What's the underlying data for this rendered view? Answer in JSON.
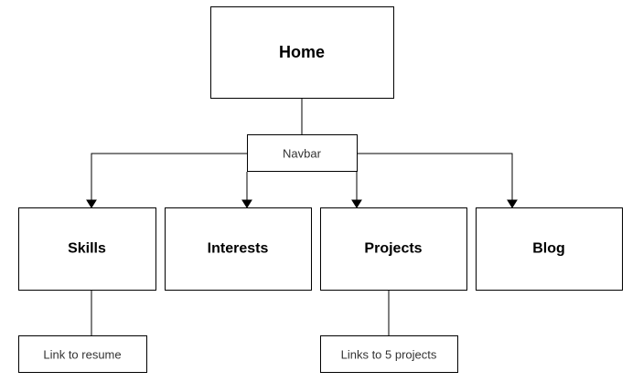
{
  "nodes": {
    "home": "Home",
    "navbar": "Navbar",
    "skills": "Skills",
    "interests": "Interests",
    "projects": "Projects",
    "blog": "Blog",
    "resume_link": "Link to resume",
    "project_links": "Links to 5 projects"
  },
  "edges": [
    {
      "from": "home",
      "to": "navbar",
      "arrow": false
    },
    {
      "from": "navbar",
      "to": "skills",
      "arrow": true
    },
    {
      "from": "navbar",
      "to": "interests",
      "arrow": true
    },
    {
      "from": "navbar",
      "to": "projects",
      "arrow": true
    },
    {
      "from": "navbar",
      "to": "blog",
      "arrow": true
    },
    {
      "from": "skills",
      "to": "resume_link",
      "arrow": false
    },
    {
      "from": "projects",
      "to": "project_links",
      "arrow": false
    }
  ]
}
